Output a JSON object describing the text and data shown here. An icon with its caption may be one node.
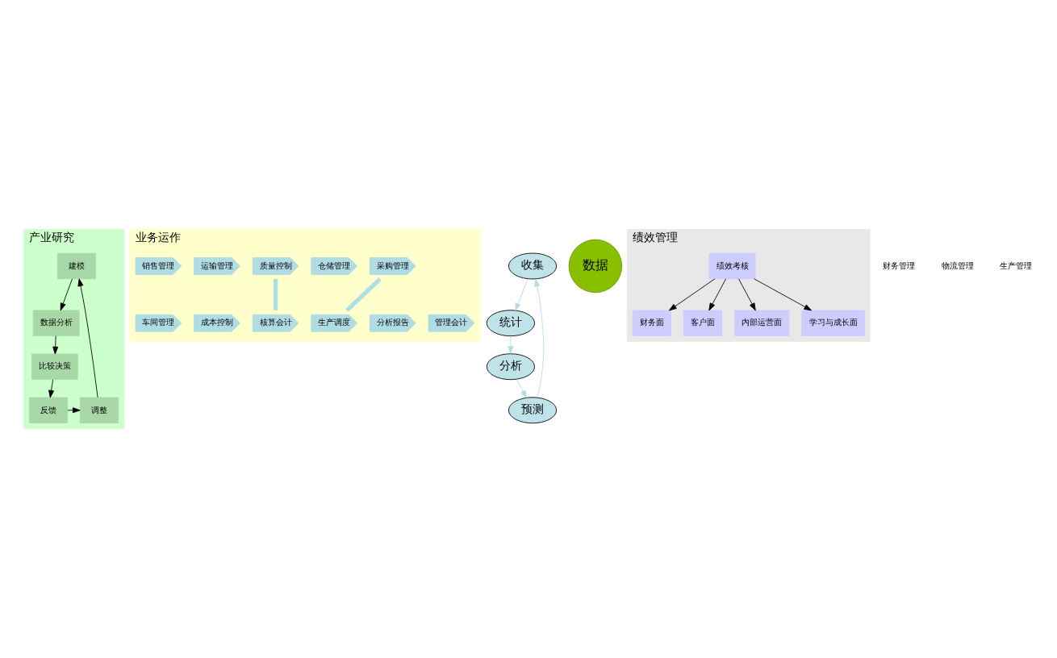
{
  "diagram": {
    "nodes": [
      {
        "text": [
          "产业研究"
        ]
      },
      {
        "text": [
          "建模"
        ],
        "in": 0
      },
      {
        "text": [
          "数据分析"
        ],
        "in": 0
      },
      {
        "text": [
          "比较决策"
        ],
        "in": 0
      },
      {
        "text": [
          "反馈"
        ],
        "in": 0
      },
      {
        "text": [
          "调整"
        ],
        "in": 0
      },
      {
        "text": [
          "业务运作"
        ]
      },
      {
        "text": [
          "核算会计"
        ],
        "in": 6
      },
      {
        "text": [
          "管理会计"
        ],
        "in": 6
      },
      {
        "text": [
          "分析报告"
        ],
        "in": 6
      },
      {
        "text": [
          "采购管理"
        ],
        "in": 6
      },
      {
        "text": [
          "仓储管理"
        ],
        "in": 6
      },
      {
        "text": [
          "质量控制"
        ],
        "in": 6
      },
      {
        "text": [
          "运输管理"
        ],
        "in": 6
      },
      {
        "text": [
          "销售管理"
        ],
        "in": 6
      },
      {
        "text": [
          "生产调度"
        ],
        "in": 6
      },
      {
        "text": [
          "成本控制"
        ],
        "in": 6
      },
      {
        "text": [
          "车间管理"
        ],
        "in": 6
      },
      {
        "text": [
          "收集"
        ]
      },
      {
        "text": [
          "预测"
        ]
      },
      {
        "text": [
          "数据"
        ]
      },
      {
        "text": [
          "统计"
        ]
      },
      {
        "text": [
          "分析"
        ]
      },
      {
        "text": [
          "绩效管理"
        ]
      },
      {
        "text": [
          "绩效考核"
        ],
        "in": 23
      },
      {
        "text": [
          "财务面"
        ],
        "in": 23
      },
      {
        "text": [
          "客户面"
        ],
        "in": 23
      },
      {
        "text": [
          "内部运营面"
        ],
        "in": 23
      },
      {
        "text": [
          "学习与成长面"
        ],
        "in": 23
      }
    ],
    "edges": [
      {
        "from": 1,
        "to": 2,
        "arrow": "to"
      },
      {
        "from": 2,
        "to": 3,
        "arrow": "to"
      },
      {
        "from": 3,
        "to": 4,
        "arrow": "to"
      },
      {
        "from": 4,
        "to": 5,
        "arrow": "to"
      },
      {
        "from": 5,
        "to": 1,
        "arrow": "to"
      },
      {
        "from": 12,
        "to": 7,
        "arrow": "none",
        "style": "thick",
        "color": "#b0dce4"
      },
      {
        "from": 10,
        "to": 15,
        "arrow": "none",
        "style": "thick",
        "color": "#b0dce4"
      },
      {
        "from": 18,
        "to": 21,
        "arrow": "to",
        "color": "#b0dce4"
      },
      {
        "from": 21,
        "to": 22,
        "arrow": "to",
        "color": "#b0dce4"
      },
      {
        "from": 22,
        "to": 19,
        "arrow": "to",
        "color": "#b0dce4"
      },
      {
        "from": 19,
        "to": 18,
        "arrow": "to",
        "color": "#b0dce4"
      },
      {
        "from": 24,
        "to": 25,
        "arrow": "to"
      },
      {
        "from": 24,
        "to": 26,
        "arrow": "to"
      },
      {
        "from": 24,
        "to": 27,
        "arrow": "to"
      },
      {
        "from": 24,
        "to": 28,
        "arrow": "to"
      }
    ],
    "labels": [
      "财务管理",
      "物流管理",
      "生产管理"
    ]
  }
}
